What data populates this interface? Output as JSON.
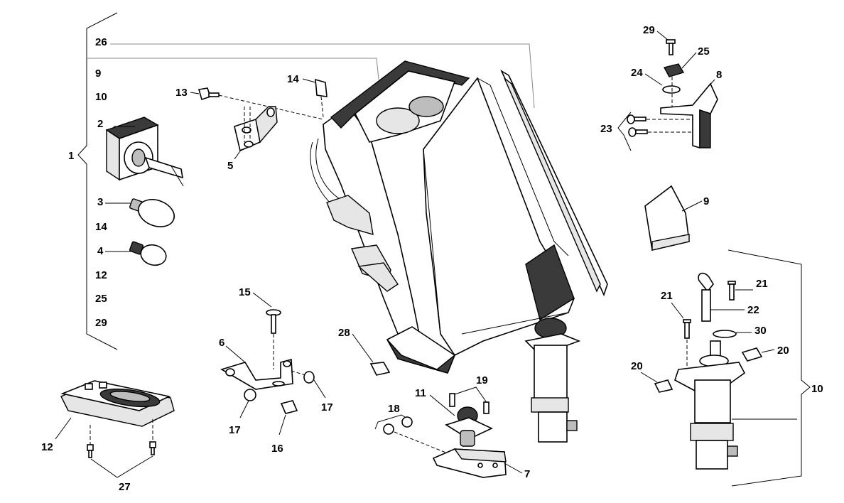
{
  "callouts": [
    "1",
    "2",
    "3",
    "4",
    "5",
    "6",
    "7",
    "8",
    "9",
    "10",
    "11",
    "12",
    "13",
    "14",
    "15",
    "16",
    "17",
    "18",
    "19",
    "20",
    "21",
    "22",
    "23",
    "24",
    "25",
    "26",
    "27",
    "28",
    "29",
    "30"
  ],
  "kit_list": [
    "9",
    "10",
    "2",
    "3",
    "14",
    "4",
    "12",
    "25",
    "29"
  ],
  "colors": {
    "ink": "#000000",
    "paper": "#ffffff",
    "shade_dark": "#3a3a3a",
    "shade_mid": "#bdbdbd",
    "shade_light": "#e6e6e6"
  }
}
